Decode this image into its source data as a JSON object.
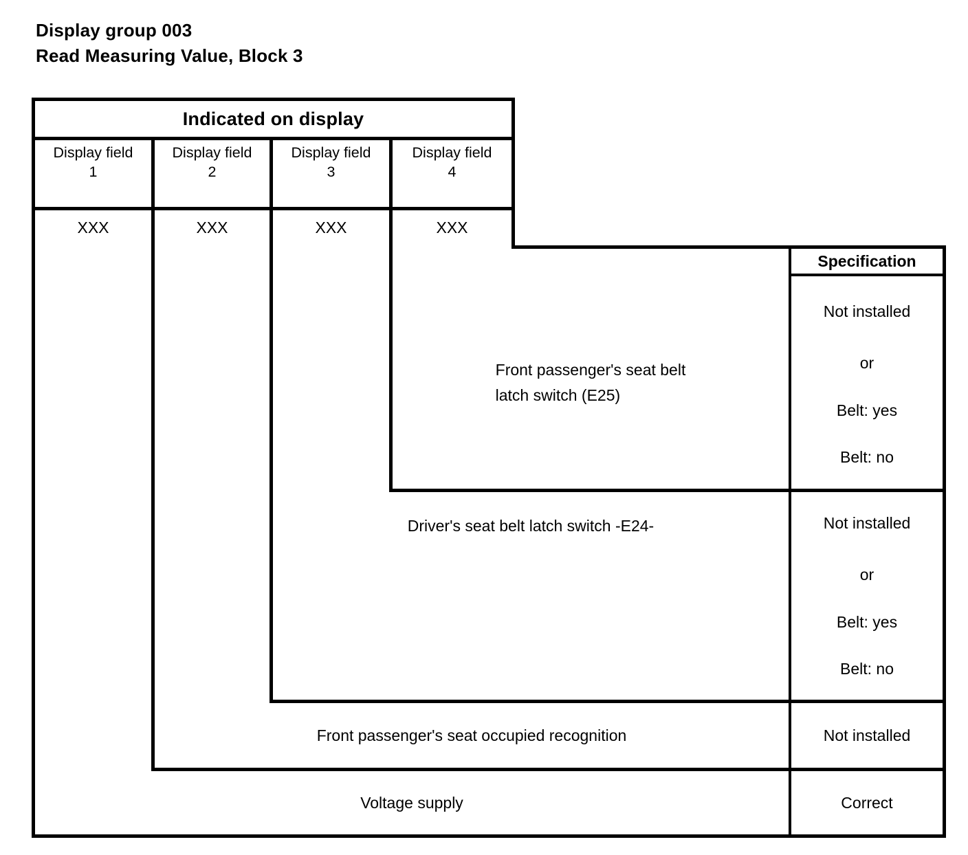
{
  "title": {
    "line1": "Display group 003",
    "line2": "Read Measuring Value, Block 3"
  },
  "table": {
    "display_header": "Indicated on display",
    "spec_header": "Specification",
    "columns": [
      {
        "label": "Display field",
        "number": "1",
        "value": "XXX"
      },
      {
        "label": "Display field",
        "number": "2",
        "value": "XXX"
      },
      {
        "label": "Display field",
        "number": "3",
        "value": "XXX"
      },
      {
        "label": "Display field",
        "number": "4",
        "value": "XXX"
      }
    ],
    "rows": [
      {
        "description_line1": "Front passenger's seat belt",
        "description_line2": "latch switch (E25)",
        "spec_values": [
          "Not installed",
          "or",
          "Belt: yes",
          "Belt: no"
        ]
      },
      {
        "description_line1": "Driver's seat belt latch switch -E24-",
        "description_line2": "",
        "spec_values": [
          "Not installed",
          "or",
          "Belt: yes",
          "Belt: no"
        ]
      },
      {
        "description_line1": "Front passenger's seat occupied recognition",
        "description_line2": "",
        "spec_values": [
          "Not installed"
        ]
      },
      {
        "description_line1": "Voltage supply",
        "description_line2": "",
        "spec_values": [
          "Correct"
        ]
      }
    ]
  },
  "style": {
    "line_color": "#000000",
    "background": "#ffffff"
  }
}
